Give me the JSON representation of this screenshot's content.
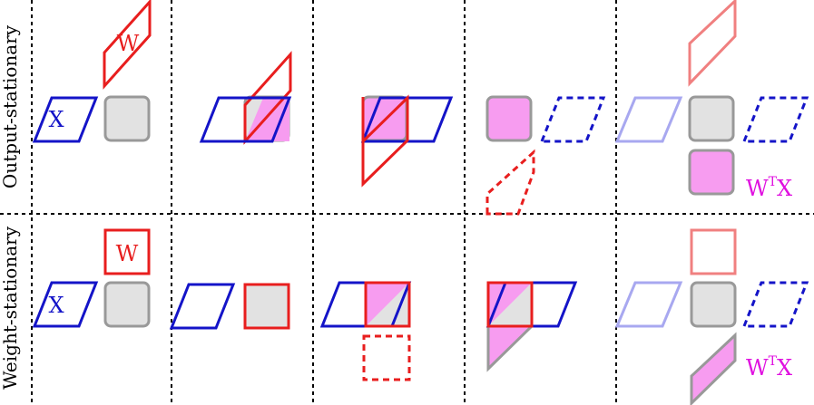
{
  "row_labels": {
    "top": "Output-stationary",
    "bottom": "Weight-stationary"
  },
  "symbols": {
    "w": "W",
    "x": "X",
    "result_base": "W",
    "result_sup": "T",
    "result_tail": "X"
  },
  "colors": {
    "input_blue": "#1414c8",
    "input_blue_faded": "#a8a8f0",
    "weight_red": "#e81e1e",
    "weight_red_faded": "#f08080",
    "output_magenta": "#e010e0",
    "pe_gray": "#999999",
    "pe_fill": "#e2e2e2",
    "accum_pink": "#f79cf0",
    "divider": "#000000"
  }
}
